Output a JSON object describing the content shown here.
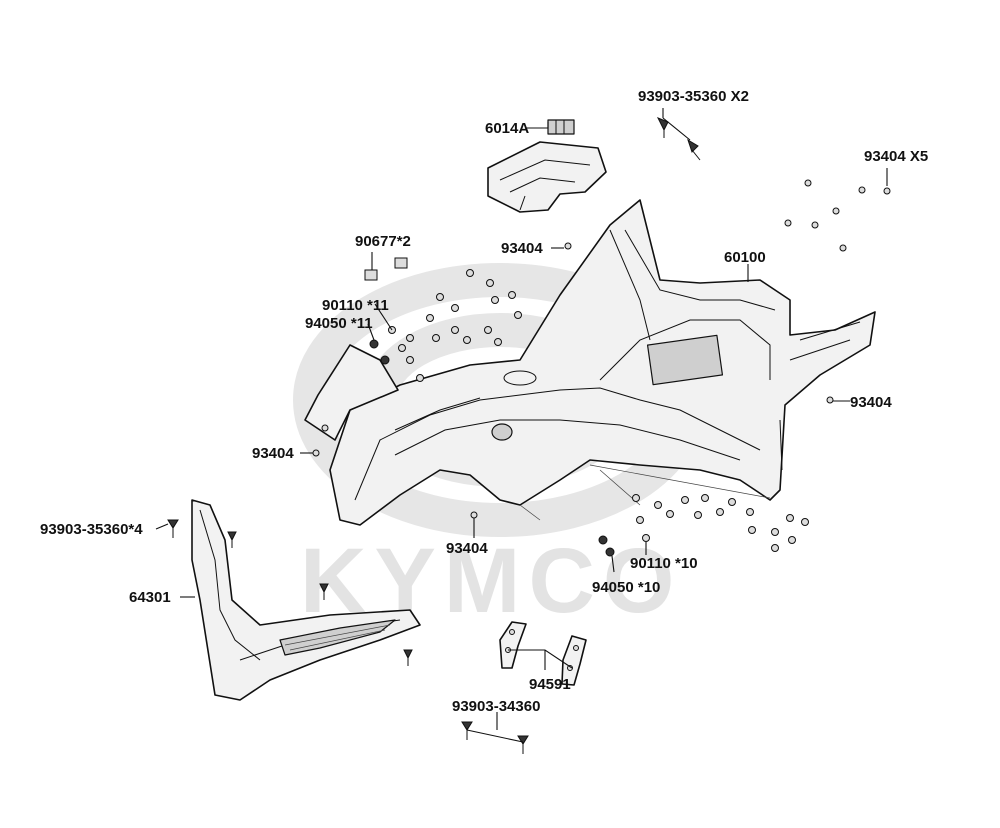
{
  "brand_watermark": "KYMCO",
  "callouts": [
    {
      "id": "c-6014a",
      "text": "6014A"
    },
    {
      "id": "c-93903-35360x2",
      "text": "93903-35360 X2"
    },
    {
      "id": "c-93404x5",
      "text": "93404 X5"
    },
    {
      "id": "c-90677",
      "text": "90677*2"
    },
    {
      "id": "c-93404-top",
      "text": "93404"
    },
    {
      "id": "c-60100",
      "text": "60100"
    },
    {
      "id": "c-90110-11",
      "text": "90110 *11"
    },
    {
      "id": "c-94050-11",
      "text": "94050 *11"
    },
    {
      "id": "c-93404-right",
      "text": "93404"
    },
    {
      "id": "c-93404-left",
      "text": "93404"
    },
    {
      "id": "c-93903-35360x4",
      "text": "93903-35360*4"
    },
    {
      "id": "c-93404-bottom",
      "text": "93404"
    },
    {
      "id": "c-90110-10",
      "text": "90110 *10"
    },
    {
      "id": "c-94050-10",
      "text": "94050 *10"
    },
    {
      "id": "c-64301",
      "text": "64301"
    },
    {
      "id": "c-94591",
      "text": "94591"
    },
    {
      "id": "c-93903-34360",
      "text": "93903-34360"
    }
  ]
}
